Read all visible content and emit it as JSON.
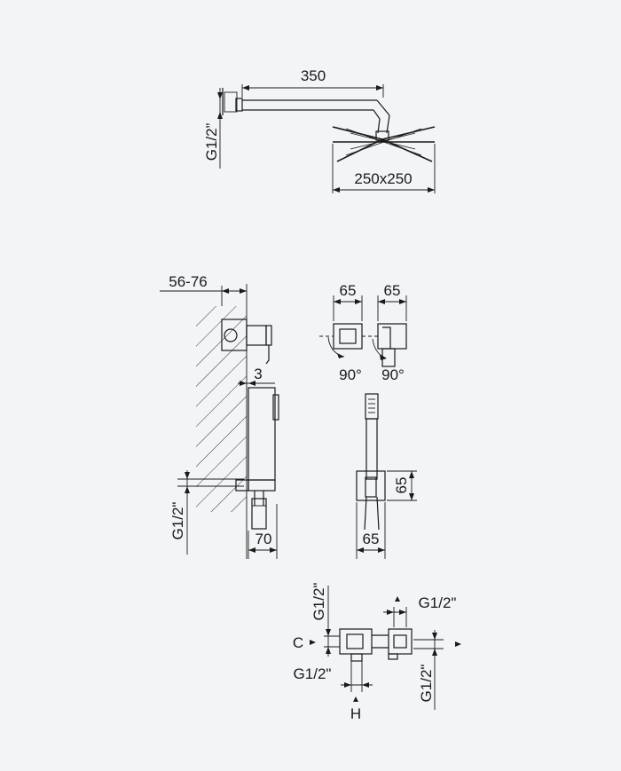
{
  "shower_head": {
    "arm_length": "350",
    "thread": "G1/2”",
    "head_size": "250x250"
  },
  "side_view": {
    "wall_depth": "56-76",
    "offset": "3",
    "thread": "G1/2\"",
    "holder_depth": "70"
  },
  "front_view": {
    "handle_width_left": "65",
    "handle_width_right": "65",
    "rotation_left": "90°",
    "rotation_right": "90°",
    "holder_height": "65",
    "holder_width": "65"
  },
  "valve_view": {
    "thread_top_left": "G1/2\"",
    "thread_top_right": "G1/2\"",
    "label_c": "C",
    "thread_bottom": "G1/2\"",
    "label_h": "H",
    "thread_right": "G1/2\""
  }
}
